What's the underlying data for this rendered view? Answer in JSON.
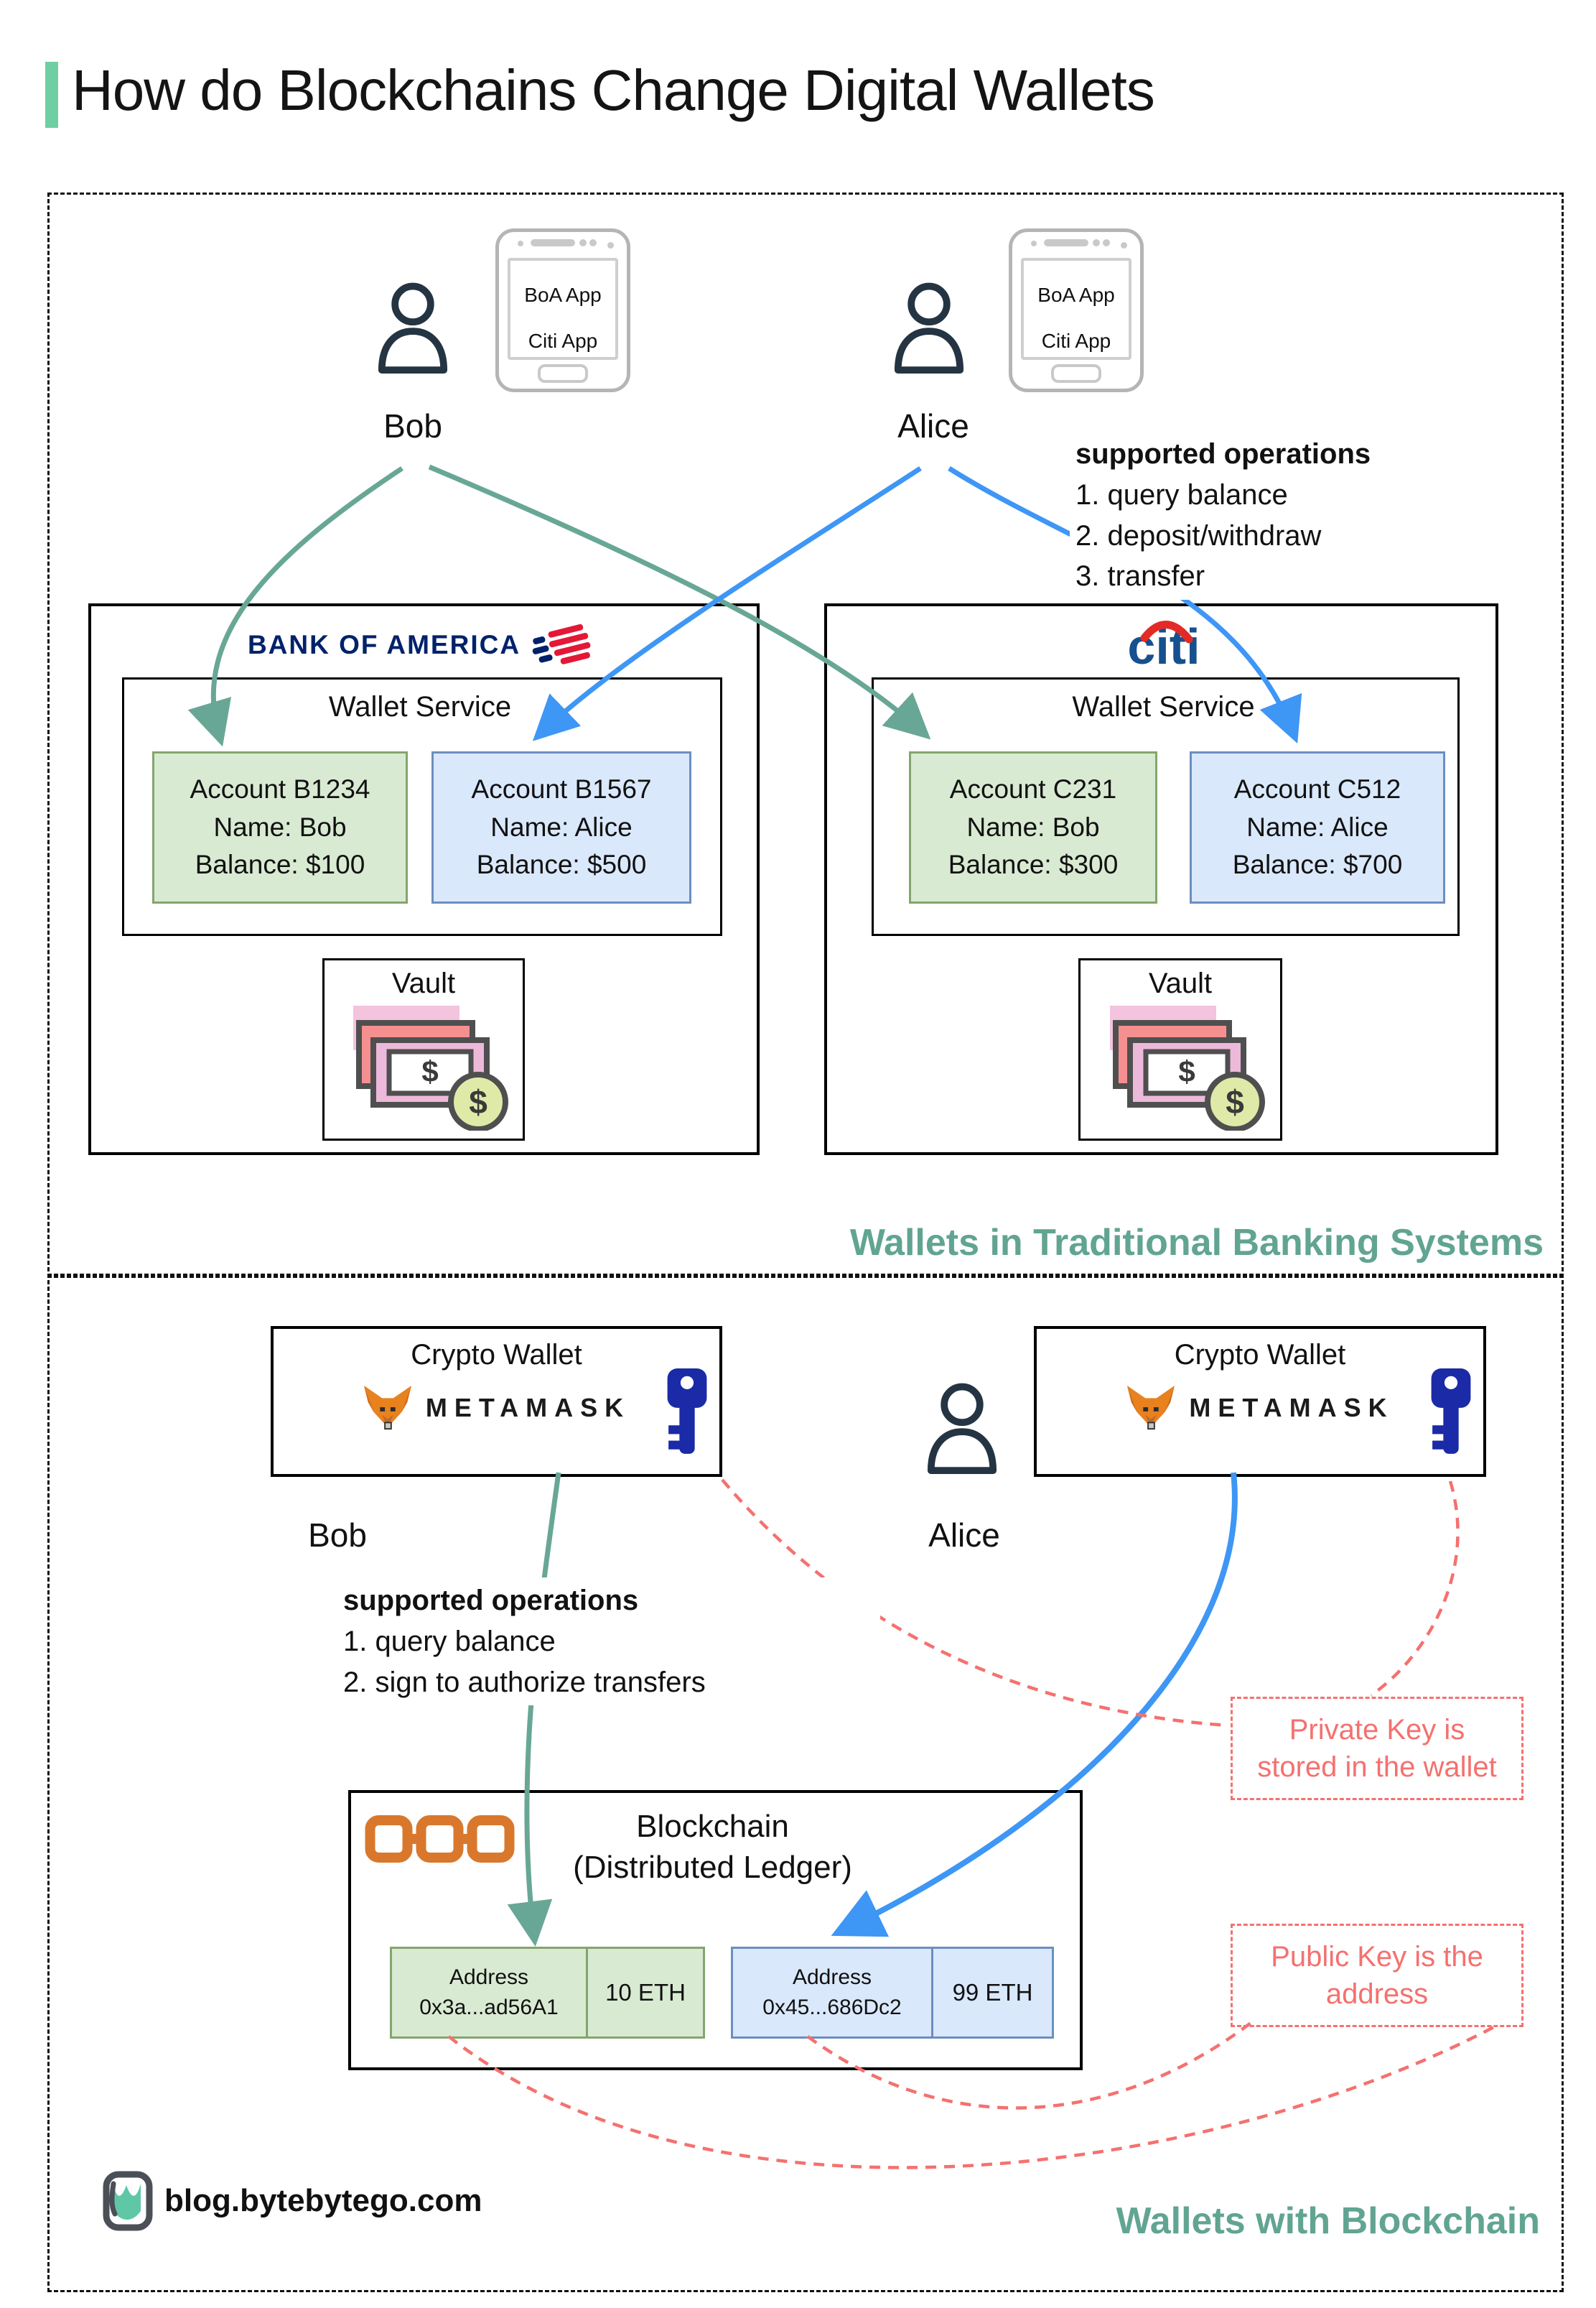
{
  "title": "How do Blockchains Change Digital Wallets",
  "colors": {
    "accent_mint": "#6fcfa2",
    "section_label_teal": "#61a492",
    "arrow_teal": "#68a795",
    "arrow_blue": "#3e96f5",
    "annotation_red": "#f4716f",
    "account_green_fill": "#d9ead3",
    "account_green_border": "#84a56c",
    "account_blue_fill": "#dae8fc",
    "account_blue_border": "#6c8ebf",
    "boa_navy": "#01226b",
    "boa_red": "#e31837",
    "citi_blue": "#16508e",
    "citi_red": "#e22b26",
    "metamask_orange": "#e8821e",
    "key_navy": "#1b2aa6",
    "chain_orange": "#d9782c"
  },
  "section1": {
    "label": "Wallets in Traditional Banking Systems",
    "bob": {
      "name": "Bob"
    },
    "alice": {
      "name": "Alice"
    },
    "phone": {
      "app1": "BoA App",
      "app2": "Citi App"
    },
    "operations": {
      "heading": "supported operations",
      "item1": "1. query balance",
      "item2": "2. deposit/withdraw",
      "item3": "3. transfer"
    },
    "boa": {
      "logo": "BANK OF AMERICA",
      "service": "Wallet Service",
      "vault": "Vault",
      "account_bob": {
        "l1": "Account B1234",
        "l2": "Name: Bob",
        "l3": "Balance: $100"
      },
      "account_alice": {
        "l1": "Account B1567",
        "l2": "Name: Alice",
        "l3": "Balance: $500"
      }
    },
    "citi": {
      "logo": "citi",
      "service": "Wallet Service",
      "vault": "Vault",
      "account_bob": {
        "l1": "Account C231",
        "l2": "Name: Bob",
        "l3": "Balance: $300"
      },
      "account_alice": {
        "l1": "Account C512",
        "l2": "Name: Alice",
        "l3": "Balance: $700"
      }
    }
  },
  "section2": {
    "label": "Wallets with Blockchain",
    "bob": {
      "name": "Bob"
    },
    "alice": {
      "name": "Alice"
    },
    "wallet": {
      "title": "Crypto Wallet",
      "brand": "METAMASK"
    },
    "operations": {
      "heading": "supported operations",
      "item1": "1. query balance",
      "item2": "2. sign to authorize transfers"
    },
    "blockchain": {
      "title": "Blockchain",
      "subtitle": "(Distributed Ledger)",
      "address_bob": {
        "label": "Address",
        "value": "0x3a...ad56A1",
        "balance": "10 ETH"
      },
      "address_alice": {
        "label": "Address",
        "value": "0x45...686Dc2",
        "balance": "99 ETH"
      }
    },
    "note_private": {
      "l1": "Private Key is",
      "l2": "stored in the wallet"
    },
    "note_public": {
      "l1": "Public Key is the",
      "l2": "address"
    }
  },
  "footer": {
    "site": "blog.bytebytego.com"
  }
}
